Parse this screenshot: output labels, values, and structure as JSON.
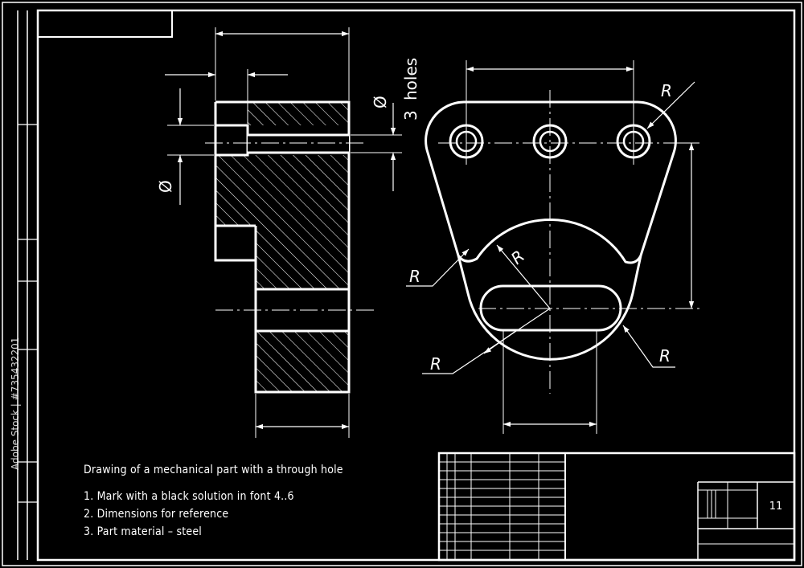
{
  "notes": {
    "title": "Drawing of a mechanical part with a through hole",
    "items": [
      "1. Mark with a black solution in font 4..6",
      "2. Dimensions for reference",
      "3. Part material – steel"
    ]
  },
  "labels": {
    "diameter": "Ø",
    "holes_number": "3",
    "holes_word": "holes",
    "radius": "R",
    "sheet_number": "11"
  },
  "stock_id": "Adobe Stock | #735432201",
  "colors": {
    "background": "#000000",
    "line": "#ffffff"
  }
}
